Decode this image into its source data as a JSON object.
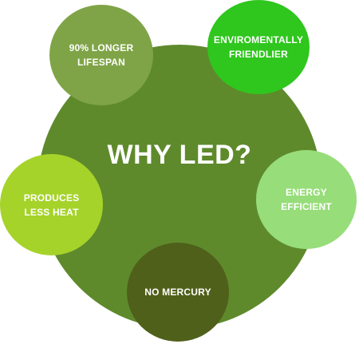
{
  "title": "WHY LED?",
  "benefits": [
    {
      "id": "lifespan",
      "label": "90% LONGER\nLIFESPAN"
    },
    {
      "id": "eco",
      "label": "ENVIROMENTALLY\nFRIENDLIER"
    },
    {
      "id": "energy",
      "label": "ENERGY\nEFFICIENT"
    },
    {
      "id": "mercury",
      "label": "NO MERCURY"
    },
    {
      "id": "heat",
      "label": "PRODUCES\nLESS HEAT"
    }
  ],
  "colors": {
    "center": "#5e8a2c",
    "lifespan": "#7fa447",
    "eco": "#2fc61e",
    "energy": "#97dd7a",
    "mercury": "#4f601a",
    "heat": "#a5d32a",
    "text": "#ffffff"
  }
}
